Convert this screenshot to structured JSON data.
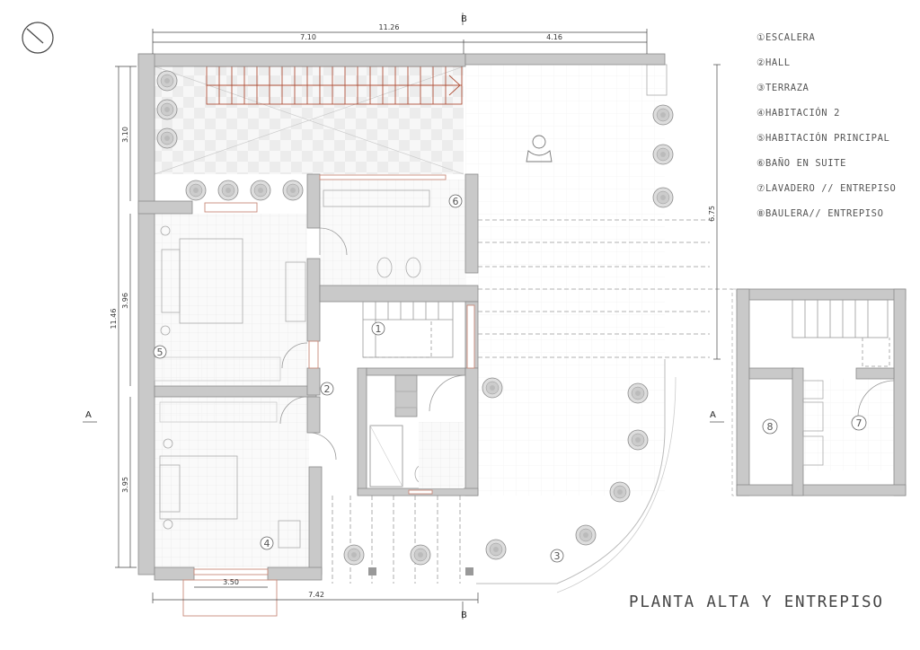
{
  "title": "PLANTA ALTA Y ENTREPISO",
  "legend": [
    {
      "symbol": "①",
      "label": "ESCALERA"
    },
    {
      "symbol": "②",
      "label": "HALL"
    },
    {
      "symbol": "③",
      "label": "TERRAZA"
    },
    {
      "symbol": "④",
      "label": "HABITACIÓN 2"
    },
    {
      "symbol": "⑤",
      "label": "HABITACIÓN PRINCIPAL"
    },
    {
      "symbol": "⑥",
      "label": "BAÑO EN SUITE"
    },
    {
      "symbol": "⑦",
      "label": "LAVADERO // ENTREPISO"
    },
    {
      "symbol": "⑧",
      "label": "BAULERA// ENTREPISO"
    }
  ],
  "dimensions": {
    "total_width": "11.26",
    "left_width": "7.10",
    "right_width": "4.16",
    "top_height": "3.10",
    "total_height": "11.46",
    "room5_height": "3.96",
    "room4_height": "3.95",
    "terrace_height": "6.75",
    "bottom_width": "3.50",
    "bottom_total": "7.42"
  },
  "room_numbers": {
    "r1": "1",
    "r2": "2",
    "r3": "3",
    "r4": "4",
    "r5": "5",
    "r6": "6",
    "r7": "7",
    "r8": "8"
  },
  "section_marks": {
    "a_left": "A",
    "a_right": "A",
    "b_top": "B",
    "b_bottom": "B"
  },
  "colors": {
    "wall": "#c9c9c9",
    "wall_stroke": "#8a8a8a",
    "stair": "#b0523a",
    "window": "#c88a7a",
    "line": "#9a9a9a",
    "tree": "#9a9a9a"
  },
  "icons": [
    "north-arrow-icon",
    "person-icon",
    "tree-icon",
    "bed-icon",
    "toilet-icon",
    "bidet-icon",
    "sink-icon",
    "shower-icon"
  ]
}
